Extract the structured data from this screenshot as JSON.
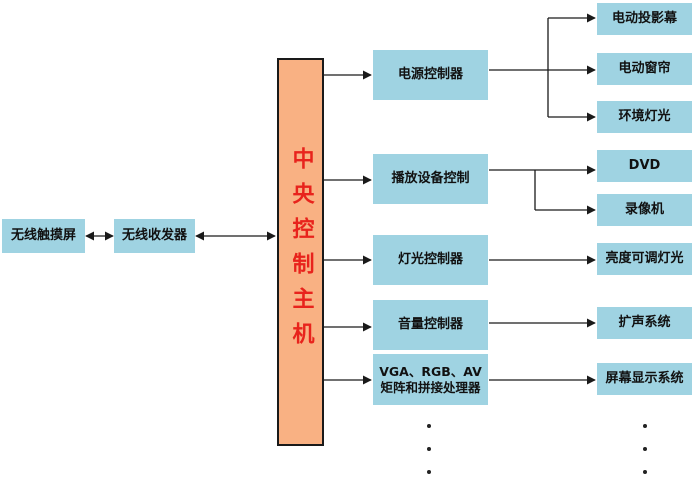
{
  "central": {
    "label": "中央控制主机"
  },
  "left_nodes": [
    {
      "id": "touchscreen",
      "label": "无线触摸屏"
    },
    {
      "id": "transceiver",
      "label": "无线收发器"
    }
  ],
  "controllers": [
    {
      "id": "power",
      "label": "电源控制器"
    },
    {
      "id": "playback",
      "label": "播放设备控制"
    },
    {
      "id": "lighting",
      "label": "灯光控制器"
    },
    {
      "id": "audio",
      "label": "音量控制器"
    },
    {
      "id": "matrix",
      "label": "VGA、RGB、AV矩阵和拼接处理器"
    }
  ],
  "devices": [
    {
      "id": "projector-screen",
      "label": "电动投影幕"
    },
    {
      "id": "curtain",
      "label": "电动窗帘"
    },
    {
      "id": "ambient-light",
      "label": "环境灯光"
    },
    {
      "id": "dvd",
      "label": "DVD"
    },
    {
      "id": "recorder",
      "label": "录像机"
    },
    {
      "id": "dimmable-light",
      "label": "亮度可调灯光"
    },
    {
      "id": "pa-system",
      "label": "扩声系统"
    },
    {
      "id": "display-system",
      "label": "屏幕显示系统"
    }
  ],
  "colors": {
    "box": "#9fd3e2",
    "central_fill": "#f9b183",
    "central_text": "#e8231c",
    "line": "#1a1a1a"
  }
}
